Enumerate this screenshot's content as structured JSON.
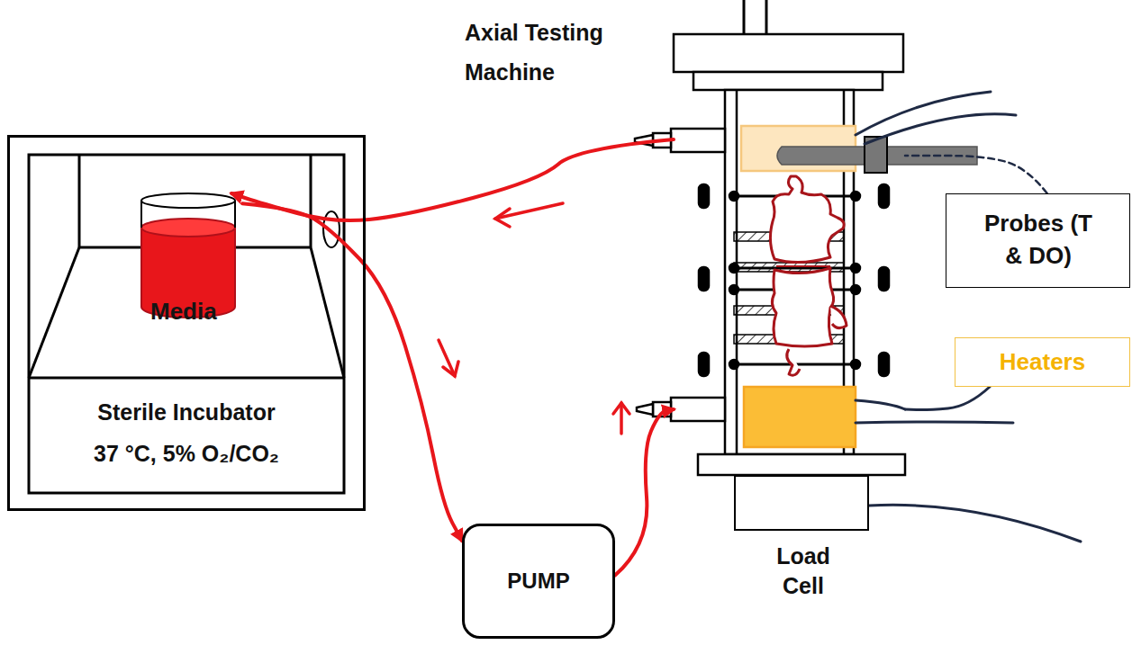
{
  "diagram": {
    "nodes": [
      {
        "text": [
          "Sterile Incubator",
          "37 °C, 5% O₂/CO₂"
        ]
      },
      {
        "text": [
          "Media"
        ],
        "in": 0
      },
      {
        "text": [
          "PUMP"
        ]
      },
      {
        "text": [
          "Axial Testing Machine"
        ]
      },
      {
        "text": [
          "Load Cell"
        ]
      },
      {
        "text": [
          "Probes (T & DO)"
        ]
      },
      {
        "text": [
          "Heaters"
        ]
      }
    ],
    "edges": [
      {
        "from": 1,
        "to": 2,
        "arrow": "to"
      },
      {
        "from": 2,
        "to": 3,
        "arrow": "to"
      },
      {
        "from": 3,
        "to": 1,
        "arrow": "to"
      },
      {
        "from": 5,
        "to": 3,
        "arrow": "none"
      },
      {
        "from": 6,
        "to": 3,
        "arrow": "none"
      }
    ]
  }
}
